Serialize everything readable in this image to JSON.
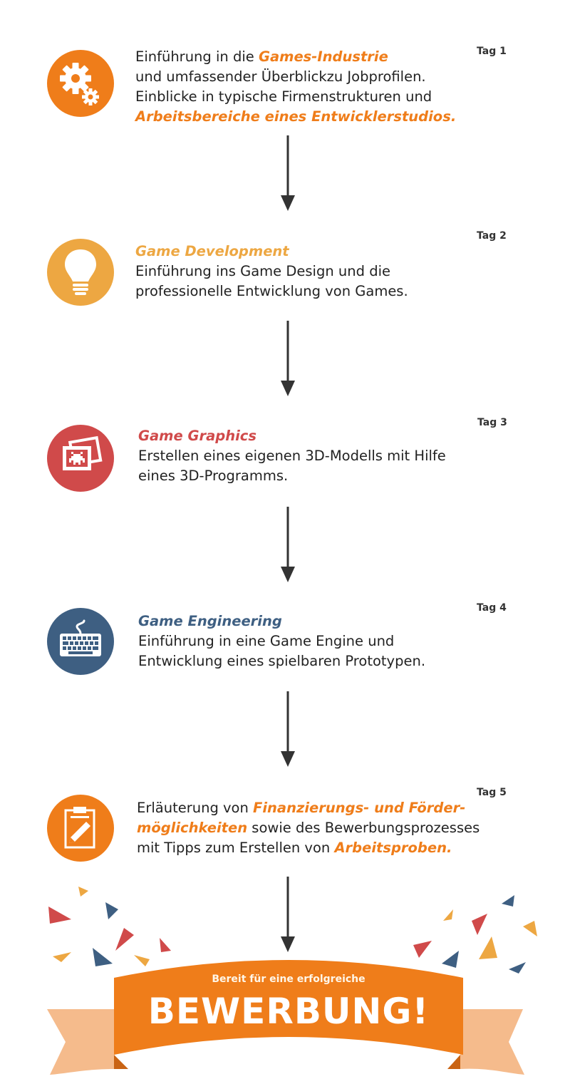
{
  "colors": {
    "orange": "#ef7d1a",
    "amber": "#eda742",
    "red": "#d04a4a",
    "blue": "#3e5f82",
    "text": "#222222",
    "banner_light": "#f5bb8c"
  },
  "steps": [
    {
      "tag": "Tag 1",
      "icon": "gears-icon",
      "line1_pre": "Einführung in die ",
      "line1_hl": "Games-Industrie",
      "line2": "und umfassender Überblickzu Jobprofilen.",
      "line3": "Einblicke in typische Firmenstrukturen und",
      "line4_hl": "Arbeitsbereiche eines Entwicklerstudios."
    },
    {
      "tag": "Tag 2",
      "icon": "lightbulb-icon",
      "title": "Game Development",
      "line1": "Einführung ins Game Design und die",
      "line2": "professionelle Entwicklung von Games."
    },
    {
      "tag": "Tag 3",
      "icon": "pixel-pictures-icon",
      "title": "Game Graphics",
      "line1": "Erstellen eines eigenen 3D-Modells mit Hilfe",
      "line2": "eines 3D-Programms."
    },
    {
      "tag": "Tag 4",
      "icon": "keyboard-icon",
      "title": "Game Engineering",
      "line1": "Einführung in eine Game Engine und",
      "line2": "Entwicklung eines spielbaren Prototypen."
    },
    {
      "tag": "Tag 5",
      "icon": "clipboard-pen-icon",
      "line1_pre": "Erläuterung von ",
      "line1_hl": "Finanzierungs- und Förder-",
      "line2_hl": "möglichkeiten",
      "line2_post": " sowie des Bewerbungsprozesses",
      "line3_pre": "mit Tipps zum Erstellen von ",
      "line3_hl": "Arbeitsproben."
    }
  ],
  "banner": {
    "subtitle": "Bereit für eine erfolgreiche",
    "title": "BEWERBUNG!"
  }
}
